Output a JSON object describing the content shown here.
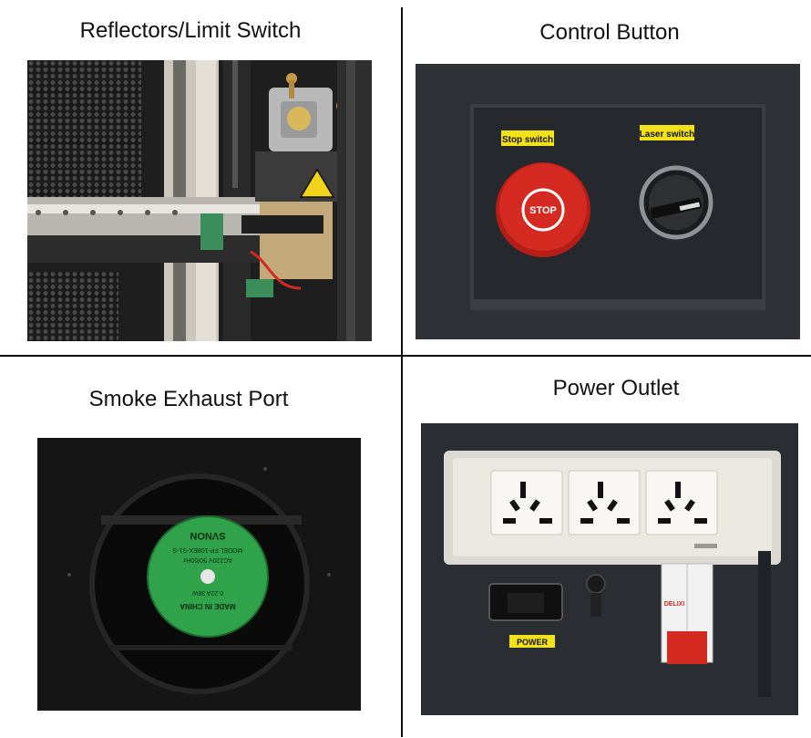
{
  "panels": [
    {
      "title": "Reflectors/Limit Switch"
    },
    {
      "title": "Control Button",
      "labels": {
        "stop_switch": "Stop switch",
        "laser_switch": "Laser switch",
        "stop": "STOP"
      }
    },
    {
      "title": "Smoke Exhaust Port",
      "fan_label": {
        "brand": "SVNON",
        "model": "MODEL FP-108EX-S1-S",
        "voltage": "AC220V 50/60Hz",
        "power": "0.22A 38W",
        "origin": "MADE IN CHINA"
      }
    },
    {
      "title": "Power Outlet",
      "labels": {
        "power": "POWER",
        "breaker": "DELIXI"
      }
    }
  ],
  "colors": {
    "stop_red": "#d42a22",
    "label_yellow": "#f3e21a",
    "fan_green": "#2fa24a",
    "panel_dark": "#2a2d31"
  }
}
